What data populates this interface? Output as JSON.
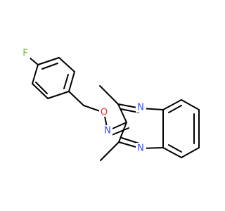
{
  "molecule": {
    "atoms": {
      "fluorine": {
        "symbol": "F",
        "color": "#6ABF3A"
      },
      "oxygen": {
        "symbol": "O",
        "color": "#E03030"
      },
      "imine_nitrogen": {
        "symbol": "N",
        "color": "#2F4BFF"
      },
      "ring_nitrogen_top": {
        "symbol": "N",
        "color": "#2F4BFF"
      },
      "ring_nitrogen_bottom": {
        "symbol": "N",
        "color": "#2F4BFF"
      }
    },
    "bond_color": "#000000"
  }
}
